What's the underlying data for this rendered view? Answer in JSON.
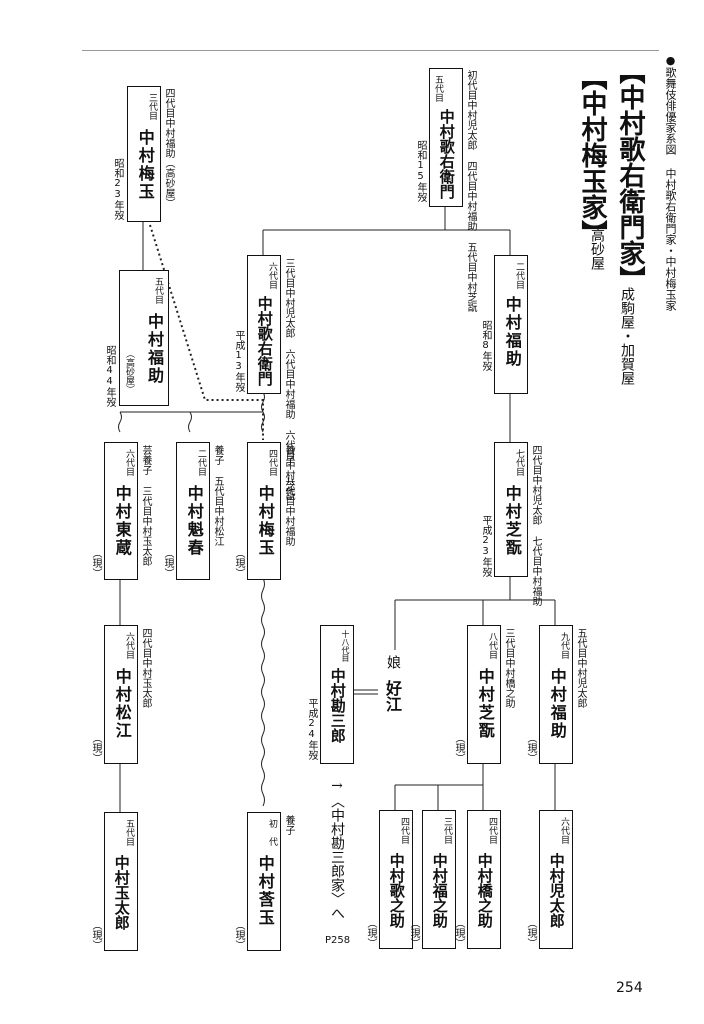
{
  "header": {
    "series": "●歌舞伎俳優家系図 中村歌右衛門家・中村梅玉家",
    "title1": "【中村歌右衛門家】",
    "yago1": "成駒屋・加賀屋",
    "title2": "【中村梅玉家】",
    "yago2": "高砂屋"
  },
  "people": {
    "utaemon5": {
      "gen": "五代目",
      "name": "中村歌右衛門",
      "prev": "初代目中村児太郎 四代目中村福助 五代目中村芝翫",
      "death": "昭和15年歿"
    },
    "fukusuke5": {
      "gen": "二代目",
      "name": "中村福助",
      "prev": "五代目",
      "death": "昭和8年歿",
      "label": "五代目中 村 福 助"
    },
    "utaemon6": {
      "gen": "六代目",
      "name": "中村歌右衛門",
      "prev": "三代目中村児太郎 六代目中村福助 六代目中村芝翫",
      "death": "平成13年歿"
    },
    "baigyoku3": {
      "gen": "三代目",
      "name": "中村梅玉",
      "prev": "四代目中村福助（高砂屋）",
      "death": "昭和23年歿"
    },
    "fukusuke_t": {
      "gen": "五代目",
      "name": "中村福助",
      "note": "（高砂屋）",
      "death": "昭和44年歿"
    },
    "shikan7": {
      "gen": "七代目",
      "name": "中村芝翫",
      "prev": "四代目中村児太郎 七代目中村福助",
      "death": "平成23年歿"
    },
    "baigyoku4": {
      "gen": "四代目",
      "name": "中村梅玉",
      "prev": "養子 八代目中村福助",
      "status": "（現）"
    },
    "kaishun2": {
      "gen": "二代目",
      "name": "中村魁春",
      "prev": "養子 五代目中村松江",
      "status": "（現）"
    },
    "tozo6": {
      "gen": "六代目",
      "name": "中村東蔵",
      "prev": "芸養子 三代目中村玉太郎",
      "status": "（現）"
    },
    "shoko6": {
      "gen": "六代目",
      "name": "中村松江",
      "prev": "四代目中村玉太郎",
      "status": "（現）"
    },
    "tamataro5": {
      "gen": "五代目",
      "name": "中村玉太郎",
      "status": "（現）"
    },
    "kanzaburo18": {
      "gen": "十八代目",
      "name": "中村勘三郎",
      "death": "平成24年歿"
    },
    "wife": {
      "label": "娘",
      "name": "好江"
    },
    "shikan8": {
      "gen": "八代目",
      "name": "中村芝翫",
      "prev": "三代目中村橋之助",
      "status": "（現）"
    },
    "fukusuke9": {
      "gen": "九代目",
      "name": "中村福助",
      "prev": "五代目中村児太郎",
      "status": "（現）"
    },
    "kanzaburo_ref": {
      "text": "→〈中村勘三郎家〉へ",
      "page": "P258"
    },
    "shigyoku1": {
      "gen": "初　代",
      "name": "中村莟玉",
      "prev": "養子",
      "status": "（現）"
    },
    "utanosuke4": {
      "gen": "四代目",
      "name": "中村歌之助",
      "status": "（現）"
    },
    "fukunosuke3": {
      "gen": "三代目",
      "name": "中村福之助",
      "status": "（現）"
    },
    "hashinosuke4": {
      "gen": "四代目",
      "name": "中村橋之助",
      "status": "（現）"
    },
    "kotaro6": {
      "gen": "六代目",
      "name": "中村児太郎",
      "status": "（現）"
    }
  },
  "page_number": "254"
}
